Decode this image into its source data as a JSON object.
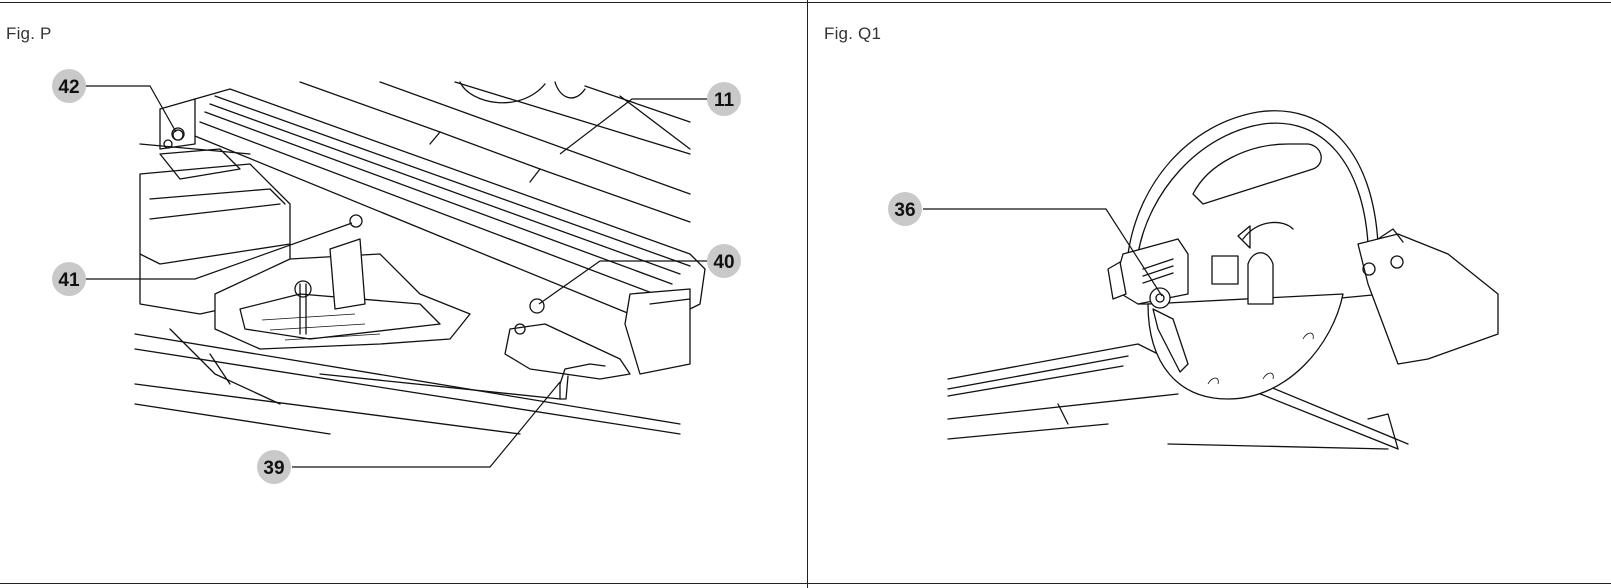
{
  "figures": [
    {
      "caption": "Fig. P",
      "callouts": [
        "42",
        "11",
        "41",
        "40",
        "39"
      ]
    },
    {
      "caption": "Fig. Q1",
      "callouts": [
        "36"
      ]
    }
  ]
}
